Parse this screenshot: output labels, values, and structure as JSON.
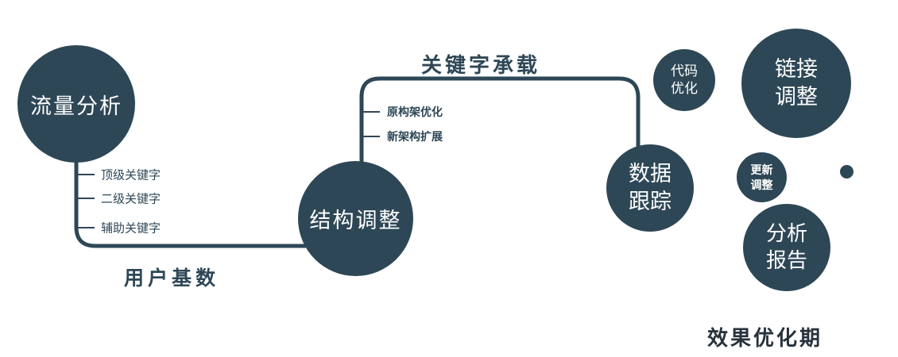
{
  "colors": {
    "primary": "#2e4756",
    "text_on_dark": "#ffffff"
  },
  "nodes": {
    "traffic": {
      "label": "流量分析"
    },
    "structure": {
      "label": "结构调整"
    },
    "tracking": {
      "label": "数据跟踪"
    },
    "code": {
      "label": "代码优化"
    },
    "link": {
      "label": "链接调整"
    },
    "update": {
      "label": "更新调整"
    },
    "report": {
      "label": "分析报告"
    }
  },
  "edge_labels": {
    "keyword_carry": "关键字承载",
    "user_base": "用户基数"
  },
  "traffic_branches": [
    "顶级关键字",
    "二级关键字",
    "辅助关键字"
  ],
  "structure_branches": [
    "原构架优化",
    "新架构扩展"
  ],
  "footer": "效果优化期"
}
